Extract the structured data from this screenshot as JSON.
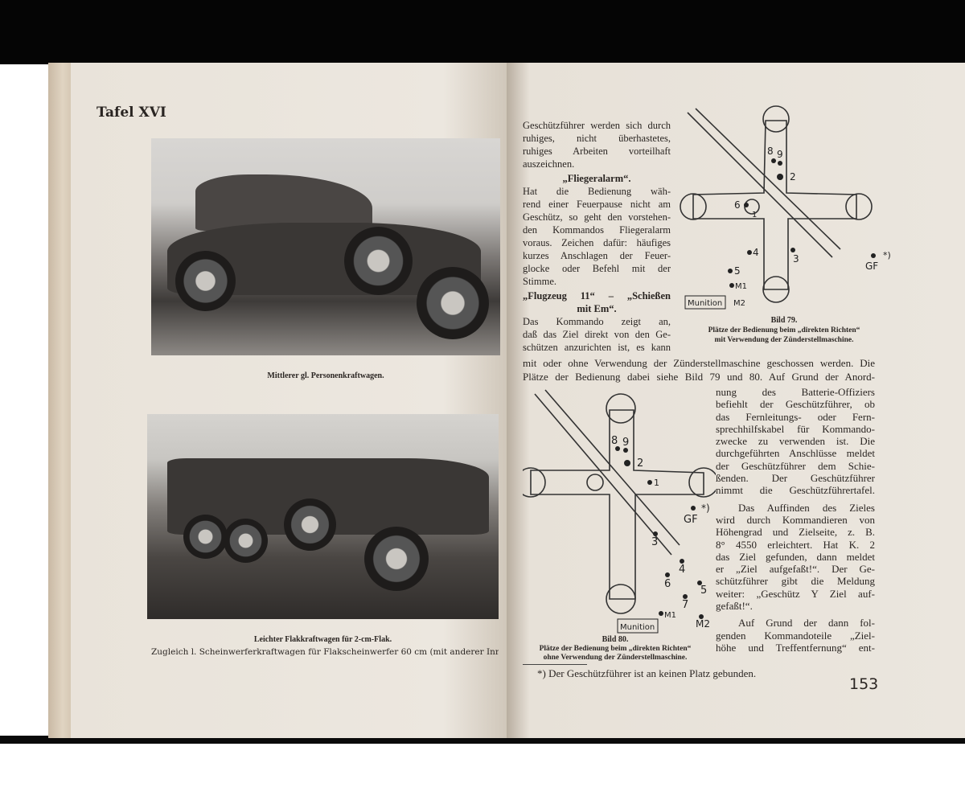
{
  "left_page": {
    "plate_title": "Tafel XVI",
    "photo1_caption": "Mittlerer gl. Personenkraftwagen.",
    "photo2_caption": "Leichter Flakkraftwagen für 2-cm-Flak.",
    "photo2_subcaption": "Zugleich l. Scheinwerferkraftwagen für Flakscheinwerfer 60 cm (mit anderer Inneneinrichtung"
  },
  "right_page": {
    "column1_lines": [
      "Geschützführer werden sich durch",
      "ruhiges, nicht überhastetes,",
      "ruhiges Arbeiten vorteilhaft",
      "auszeichnen."
    ],
    "heading1": "„Fliegeralarm“.",
    "column1_lines2": [
      "Hat die Bedienung wäh-",
      "rend einer Feuerpause nicht am",
      "Geschütz, so geht den vorstehen-",
      "den Kommandos Fliegeralarm",
      "voraus. Zeichen dafür: häufiges",
      "kurzes Anschlagen der Feuer-",
      "glocke oder Befehl mit der",
      "Stimme."
    ],
    "heading2_line1": "„Flugzeug 11“ – „Schießen",
    "heading2_line2": "mit Em“.",
    "column1_lines3": [
      "Das Kommando zeigt an,",
      "daß das Ziel direkt von den Ge-",
      "schützen anzurichten ist, es kann"
    ],
    "full_lines": [
      "mit oder ohne Verwendung der Zünderstellmaschine geschossen werden. Die",
      "Plätze der Bedienung dabei siehe Bild 79 und 80. Auf Grund der Anord-"
    ],
    "column2_lines": [
      "nung des Batterie-Offiziers",
      "befiehlt der Geschützführer, ob",
      "das Fernleitungs- oder Fern-",
      "sprechhilfskabel für Kommando-",
      "zwecke zu verwenden ist. Die",
      "durchgeführten Anschlüsse meldet",
      "der Geschützführer dem Schie-",
      "ßenden. Der Geschützführer",
      "nimmt die Geschützführertafel."
    ],
    "column2_para2": [
      "Das Auffinden des Zieles",
      "wird durch Kommandieren von",
      "Höhengrad und Zielseite, z. B.",
      "8° 4550 erleichtert. Hat K. 2",
      "das Ziel gefunden, dann meldet",
      "er „Ziel aufgefaßt!“. Der Ge-",
      "schützführer gibt die Meldung",
      "weiter: „Geschütz Y Ziel auf-",
      "gefaßt!“."
    ],
    "column2_para3": [
      "Auf Grund der dann fol-",
      "genden Kommandoteile „Ziel-",
      "höhe und Treffentfernung“ ent-"
    ],
    "figure79": {
      "title": "Bild 79.",
      "caption_line1": "Plätze der Bedienung beim „direkten Richten“",
      "caption_line2": "mit Verwendung der Zünderstellmaschine.",
      "labels": [
        "8",
        "9",
        "2",
        "6",
        "1",
        "4",
        "3",
        "5",
        "GF",
        "*)",
        "M1",
        "M2",
        "Munition"
      ]
    },
    "figure80": {
      "title": "Bild 80.",
      "caption_line1": "Plätze der Bedienung beim „direkten Richten“",
      "caption_line2": "ohne Verwendung der Zünderstellmaschine.",
      "labels": [
        "8",
        "9",
        "2",
        "1",
        "GF",
        "*)",
        "3",
        "4",
        "6",
        "5",
        "7",
        "M1",
        "M2",
        "Munition"
      ]
    },
    "footnote": "*) Der Geschützführer ist an keinen Platz gebunden.",
    "page_number": "153"
  }
}
